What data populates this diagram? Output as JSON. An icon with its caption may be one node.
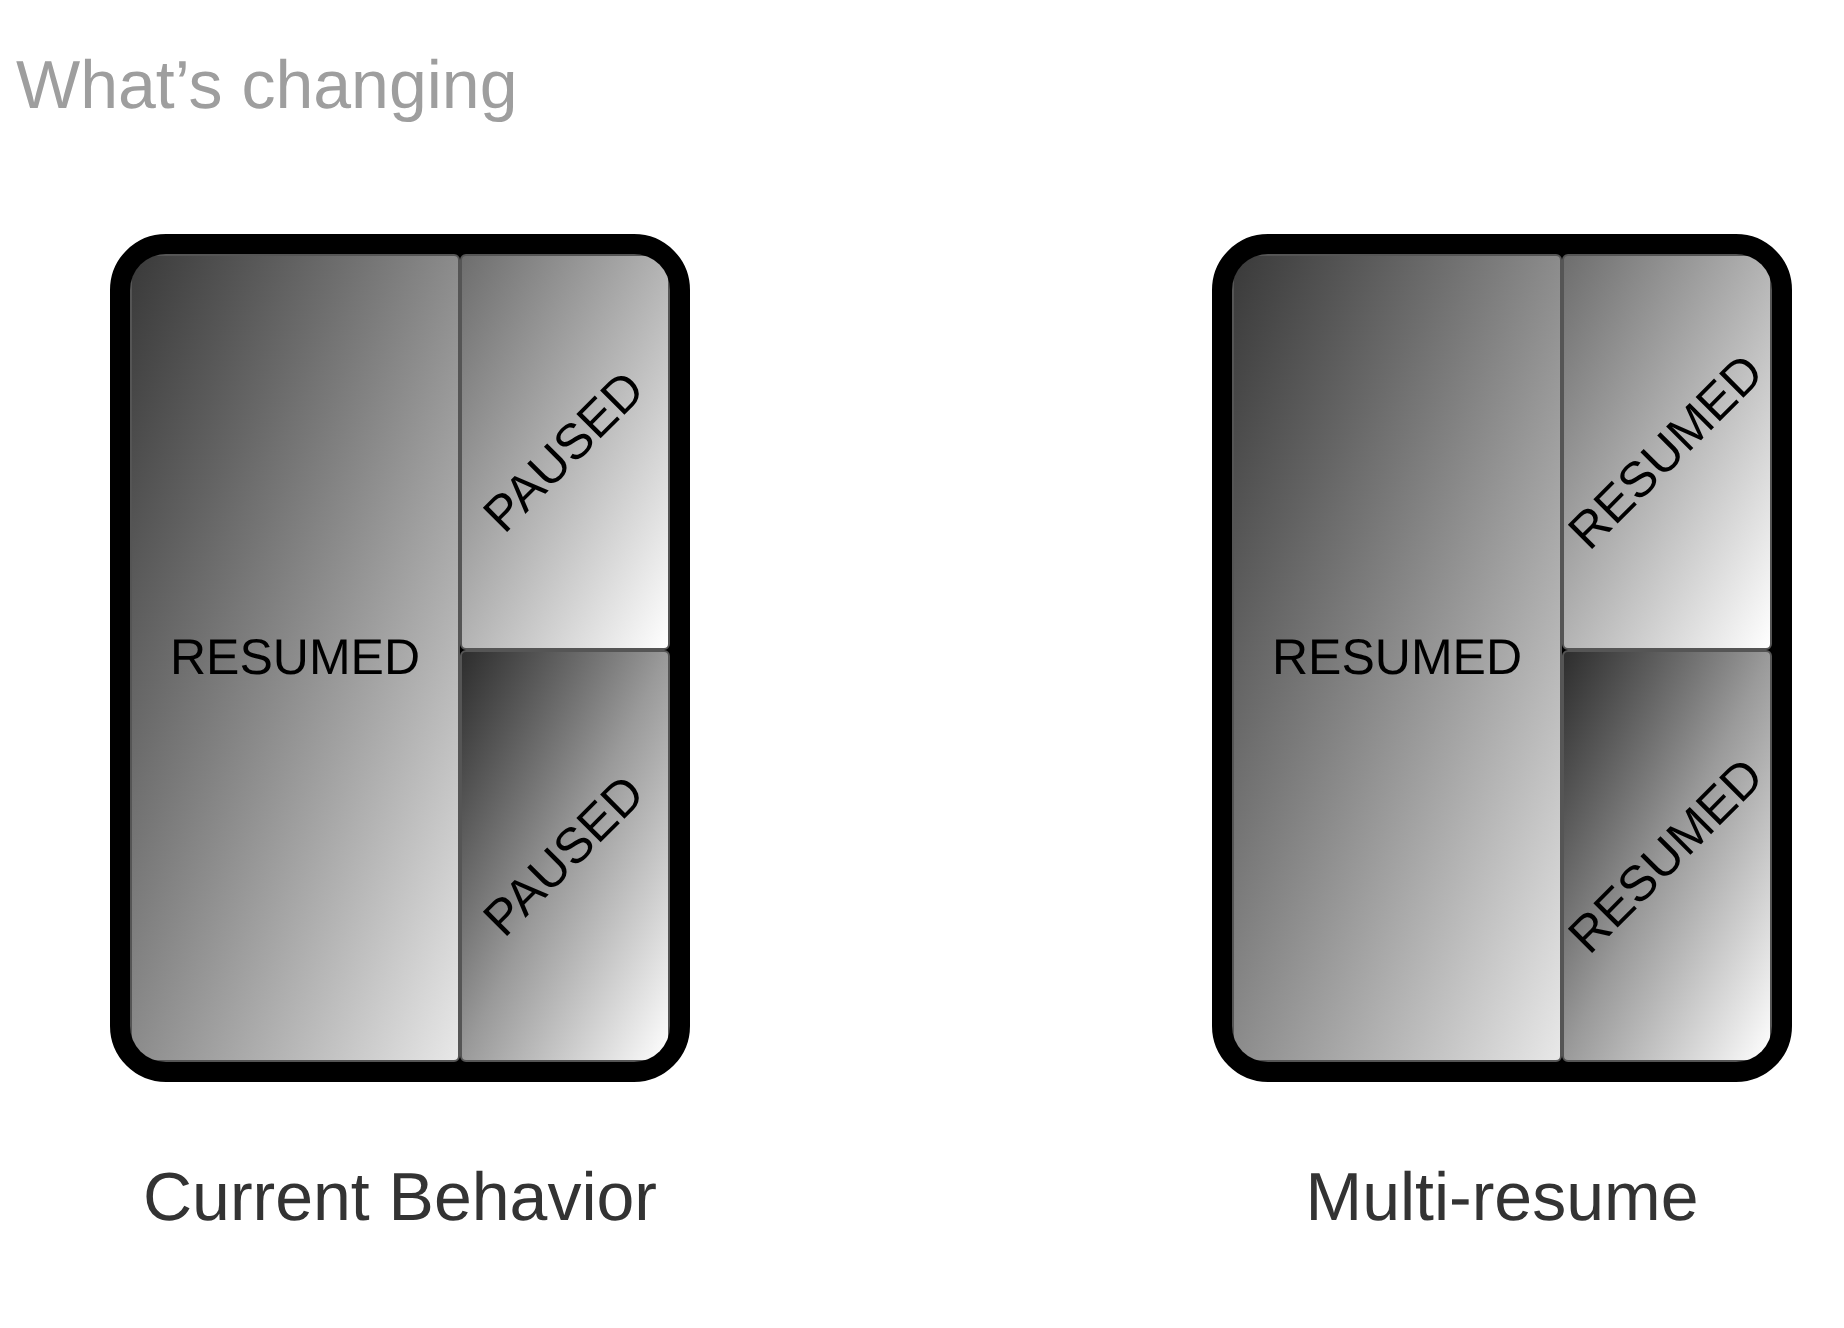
{
  "diagram": {
    "title": "What’s changing",
    "nodes": [
      {
        "text": [],
        "shape": "box",
        "beside": [
          "Current Behavior"
        ]
      },
      {
        "text": [
          "RESUMED"
        ],
        "in": 0
      },
      {
        "text": [
          "PAUSED"
        ],
        "in": 0
      },
      {
        "text": [
          "PAUSED"
        ],
        "in": 0
      },
      {
        "text": [],
        "shape": "box",
        "beside": [
          "Multi-resume"
        ]
      },
      {
        "text": [
          "RESUMED"
        ],
        "in": 4
      },
      {
        "text": [
          "RESUMED"
        ],
        "in": 4
      },
      {
        "text": [
          "RESUMED"
        ],
        "in": 4
      }
    ]
  }
}
